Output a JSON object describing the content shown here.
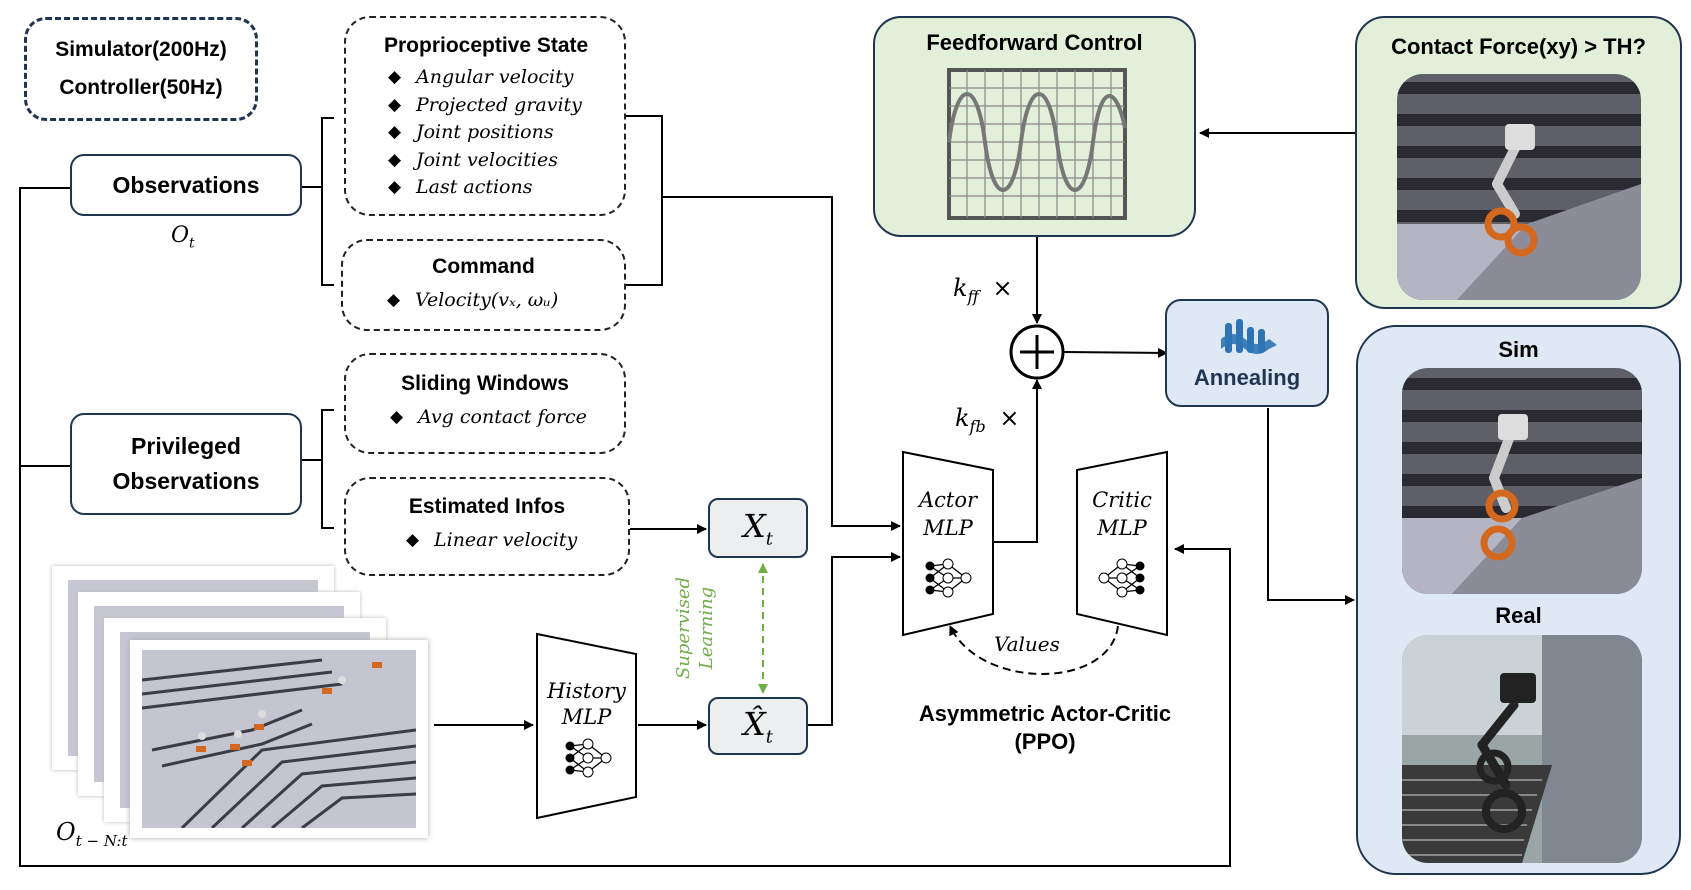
{
  "rates": {
    "simulator": "Simulator(200Hz)",
    "controller": "Controller(50Hz)"
  },
  "observations": {
    "label": "Observations",
    "symbol": "O",
    "subscript": "t"
  },
  "privileged": {
    "line1": "Privileged",
    "line2": "Observations"
  },
  "proprioceptive": {
    "title": "Proprioceptive State",
    "items": [
      "Angular velocity",
      "Projected gravity",
      "Joint positions",
      "Joint velocities",
      "Last actions"
    ]
  },
  "command": {
    "title": "Command",
    "item": "Velocity(vₓ, ωᵤ)"
  },
  "sliding": {
    "title": "Sliding Windows",
    "item": "Avg contact force"
  },
  "estimated": {
    "title": "Estimated Infos",
    "item": "Linear velocity"
  },
  "history": {
    "line1": "History",
    "line2": "MLP",
    "symbol": "O",
    "subscript": "t − N:t"
  },
  "xt": {
    "symbol": "X",
    "subscript": "t"
  },
  "xhat": {
    "symbol": "X̂",
    "subscript": "t"
  },
  "supervised": {
    "line1": "Supervised",
    "line2": "Learning"
  },
  "actor": {
    "line1": "Actor",
    "line2": "MLP"
  },
  "critic": {
    "line1": "Critic",
    "line2": "MLP"
  },
  "values_label": "Values",
  "ppo": {
    "line1": "Asymmetric Actor-Critic",
    "line2": "(PPO)"
  },
  "feedforward": {
    "title": "Feedforward Control"
  },
  "kff": {
    "k": "k",
    "sub": "ff",
    "times": "×"
  },
  "kfb": {
    "k": "k",
    "sub": "fb",
    "times": "×"
  },
  "annealing": {
    "label": "Annealing"
  },
  "contact": {
    "title": "Contact Force(xy) > TH?"
  },
  "sim_label": "Sim",
  "real_label": "Real",
  "colors": {
    "green_fill": "#e2efd9",
    "blue_fill": "#dee9f5",
    "border": "#1f3550",
    "arrow_green": "#70ad47",
    "wave": "#777777"
  }
}
